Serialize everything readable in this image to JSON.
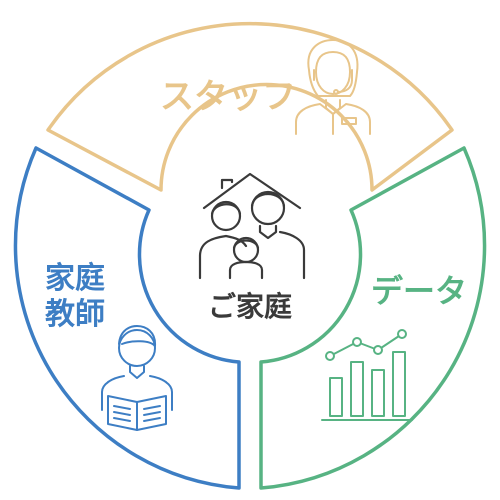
{
  "center": {
    "label": "ご家庭"
  },
  "segments": {
    "staff": {
      "label": "スタッフ",
      "color": "#E8C58A",
      "icon": "staff-headset-person-icon"
    },
    "tutor": {
      "label_line1": "家庭",
      "label_line2": "教師",
      "color": "#3D7EC4",
      "icon": "tutor-reading-book-icon"
    },
    "data": {
      "label": "データ",
      "color": "#57B383",
      "icon": "data-chart-icon"
    }
  },
  "family_icon": "family-house-icon",
  "colors": {
    "dark_icon": "#3A3A3A",
    "background": "#FFFFFF"
  }
}
